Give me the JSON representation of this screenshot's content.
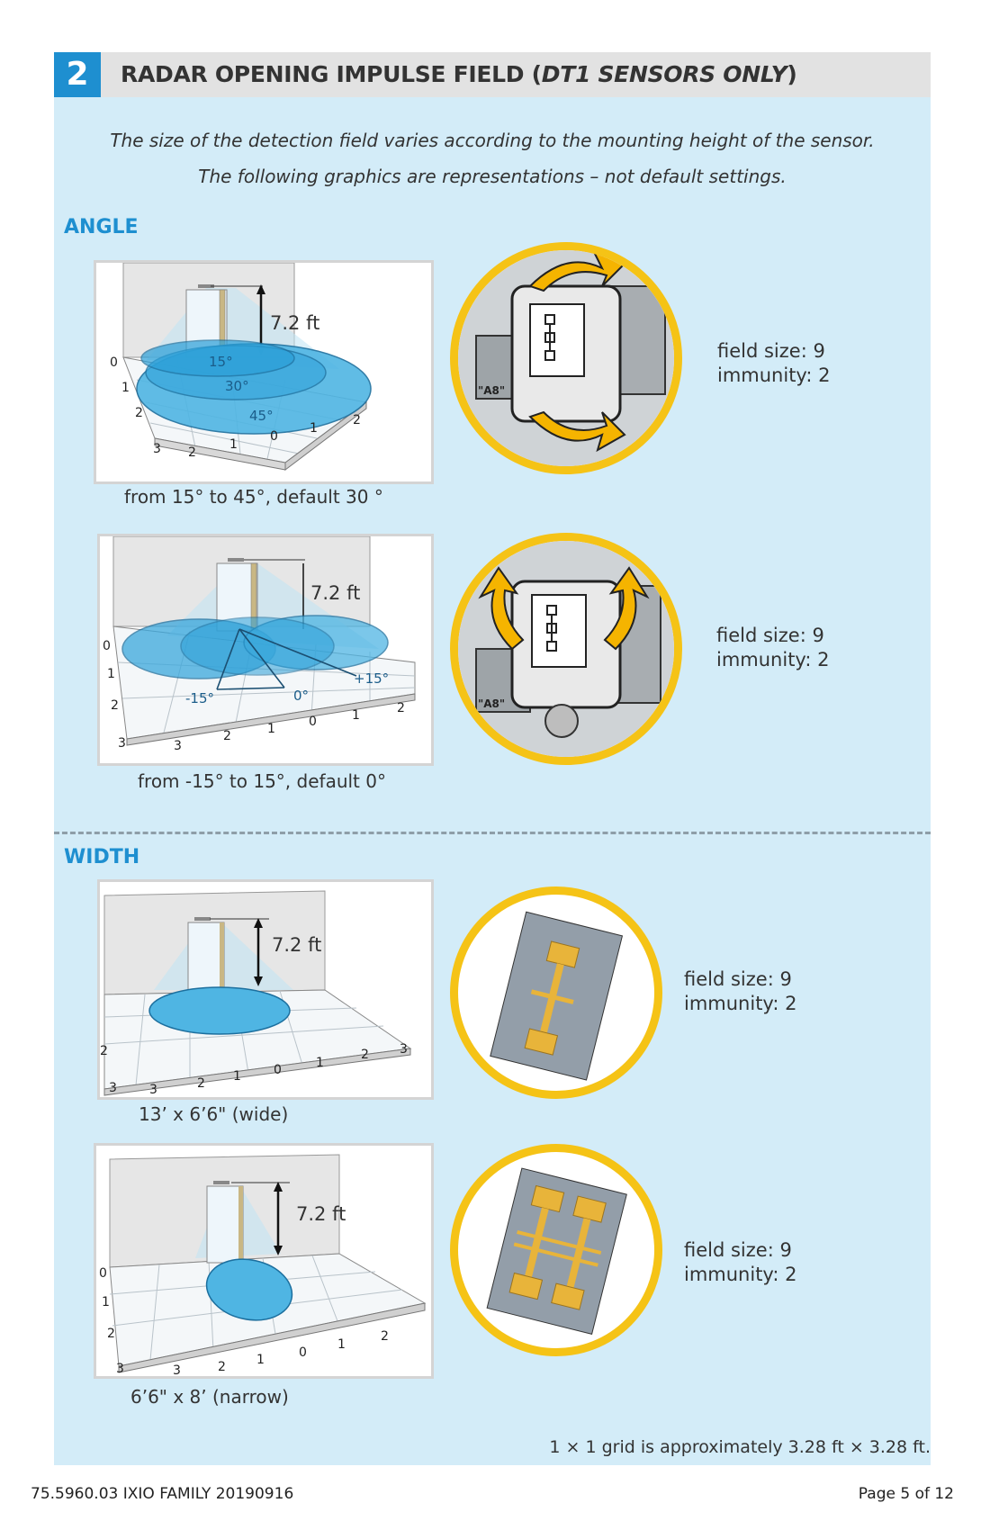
{
  "header": {
    "number": "2",
    "title_main": "RADAR OPENING IMPULSE FIELD (",
    "title_em": "DT1 SENSORS ONLY",
    "title_end": ")"
  },
  "intro": {
    "line1": "The size of the detection field varies according to the mounting height of the sensor.",
    "line2": "The following graphics are representations – not default settings."
  },
  "angle": {
    "label": "ANGLE",
    "figures": [
      {
        "height": "7.2 ft",
        "caption": "from 15° to 45°, default 30 °",
        "angle_labels": [
          "15°",
          "30°",
          "45°"
        ],
        "y_ticks": [
          "0",
          "1",
          "2",
          "3"
        ],
        "x_ticks": [
          "2",
          "1",
          "0",
          "1",
          "2"
        ],
        "field_size": "field size: 9",
        "immunity": "immunity: 2",
        "knob_label": "\"A8\""
      },
      {
        "height": "7.2 ft",
        "caption": "from -15° to 15°, default 0°",
        "angle_labels": [
          "-15°",
          "0°",
          "+15°"
        ],
        "y_ticks": [
          "0",
          "1",
          "2",
          "3"
        ],
        "x_ticks": [
          "3",
          "2",
          "1",
          "0",
          "1",
          "2"
        ],
        "field_size": "field size: 9",
        "immunity": "immunity: 2",
        "knob_label": "\"A8\""
      }
    ]
  },
  "width": {
    "label": "WIDTH",
    "figures": [
      {
        "height": "7.2 ft",
        "caption": "13’ x 6’6\" (wide)",
        "y_ticks": [
          "2",
          "3"
        ],
        "x_ticks": [
          "3",
          "2",
          "1",
          "0",
          "1",
          "2",
          "3"
        ],
        "field_size": "field size: 9",
        "immunity": "immunity: 2"
      },
      {
        "height": "7.2 ft",
        "caption": "6’6\" x 8’ (narrow)",
        "y_ticks": [
          "0",
          "1",
          "2",
          "3"
        ],
        "x_ticks": [
          "3",
          "2",
          "1",
          "0",
          "1",
          "2"
        ],
        "field_size": "field size: 9",
        "immunity": "immunity: 2"
      }
    ]
  },
  "grid_note": "1 × 1 grid is approximately 3.28 ft × 3.28 ft.",
  "footer": {
    "left": "75.5960.03 IXIO FAMILY 20190916",
    "right": "Page 5 of 12"
  },
  "colors": {
    "header_accent": "#1e8fd0",
    "panel_bg": "#d3ecf8",
    "highlight_ring": "#f5c316",
    "field_blue": "#3fb2e6"
  }
}
